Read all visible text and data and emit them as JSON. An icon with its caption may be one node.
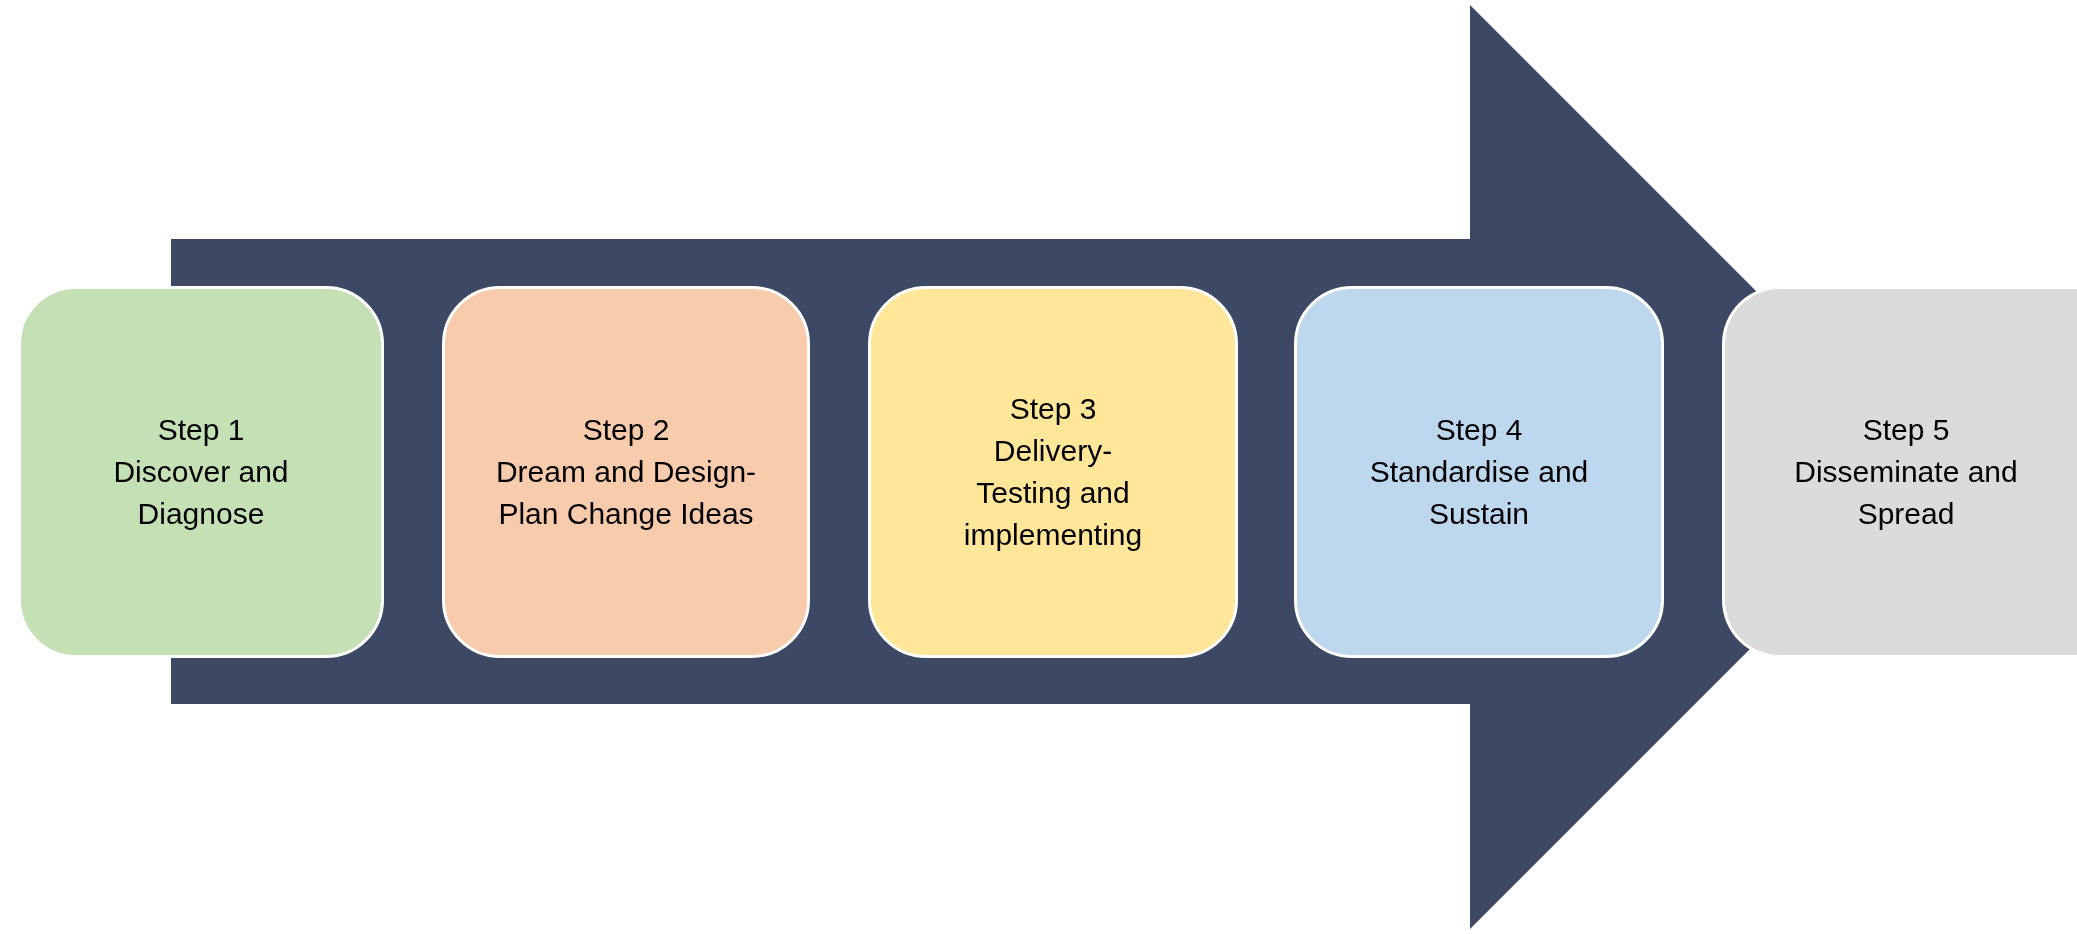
{
  "diagram": {
    "nodes": [
      {
        "text": [
          "Step 1",
          "Discover and Diagnose"
        ]
      },
      {
        "text": [
          "Step 2",
          "Dream and Design- Plan Change Ideas"
        ]
      },
      {
        "text": [
          "Step 3",
          "Delivery- Testing and implementing"
        ]
      },
      {
        "text": [
          "Step 4",
          "Standardise and Sustain"
        ]
      },
      {
        "text": [
          "Step 5",
          "Disseminate and Spread"
        ]
      }
    ],
    "edges": [
      {
        "from": 0,
        "to": 4,
        "arrow": "to"
      }
    ]
  }
}
